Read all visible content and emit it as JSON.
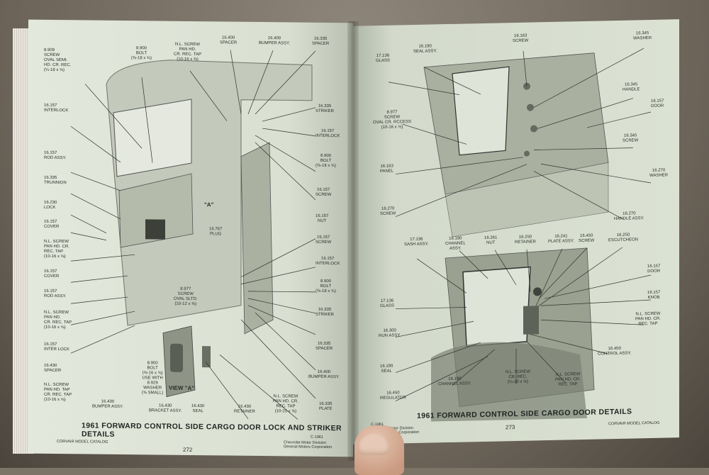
{
  "left_page": {
    "caption": "1961 FORWARD CONTROL SIDE CARGO DOOR LOCK AND STRIKER DETAILS",
    "page_number": "272",
    "footer_left": "CORVAIR MODEL CATALOG",
    "footer_right": "Chevrolet Motor Division\nGeneral Motors Corporation",
    "footer_code": "C-1961",
    "view_a_label": "VIEW \"A\"",
    "detail_a_label": "\"A\"",
    "labels": [
      {
        "id": "l1",
        "text": "8.909\nSCREW\nOVAL SEMI.\nHD. CR. REC.\n(¼-18 x ⅝)"
      },
      {
        "id": "l2",
        "text": "8.900\nBOLT\n(⅜-18 x ¾)"
      },
      {
        "id": "l3",
        "text": "N.L. SCREW\nPAN HD.\nCR. REC. TAP\n(10-16 x ⅜)"
      },
      {
        "id": "l4",
        "text": "16.400\nSPACER"
      },
      {
        "id": "l5",
        "text": "16.400\nBUMPER ASSY."
      },
      {
        "id": "l6",
        "text": "16.335\nSPACER"
      },
      {
        "id": "l7",
        "text": "16.157\nINTERLOCK"
      },
      {
        "id": "l8",
        "text": "16.335\nSTRIKER"
      },
      {
        "id": "l9",
        "text": "16.157\nINTERLOCK"
      },
      {
        "id": "l10",
        "text": "16.157\nROD ASSY."
      },
      {
        "id": "l11",
        "text": "8.900\nBOLT\n(⅜-18 x ¾)"
      },
      {
        "id": "l12",
        "text": "16.335\nTRUNNION"
      },
      {
        "id": "l13",
        "text": "16.157\nSCREW"
      },
      {
        "id": "l14",
        "text": "16.230\nLOCK"
      },
      {
        "id": "l15",
        "text": "16.157\nCOVER"
      },
      {
        "id": "l16",
        "text": "16.767\nPLUG"
      },
      {
        "id": "l17",
        "text": "16.157\nNUT"
      },
      {
        "id": "l18",
        "text": "N.L. SCREW\nPAN HD. CR.\nREC. TAP\n(10-16 x ⅝)"
      },
      {
        "id": "l19",
        "text": "16.157\nSCREW"
      },
      {
        "id": "l20",
        "text": "16.157\nINTERLOCK"
      },
      {
        "id": "l21",
        "text": "16.157\nCOVER"
      },
      {
        "id": "l22",
        "text": "16.157\nROD ASSY."
      },
      {
        "id": "l23",
        "text": "8.900\nBOLT\n(⅜-18 x ¾)"
      },
      {
        "id": "l24",
        "text": "N.L. SCREW\nPAN HD.\nCR. REC. TAP\n(10-16 x ⅝)"
      },
      {
        "id": "l25",
        "text": "8.977\nSCREW\nOVAL SLTD.\n(10-12 x ⅜)"
      },
      {
        "id": "l26",
        "text": "16.335\nSTRIKER"
      },
      {
        "id": "l27",
        "text": "16.157\nINTER LOCK"
      },
      {
        "id": "l28",
        "text": "16.335\nSPACER"
      },
      {
        "id": "l29",
        "text": "16.430\nSPACER"
      },
      {
        "id": "l30",
        "text": "8.900\nBOLT\n(⅜-16 x ⅝)\nUSE WITH\n8.929\nWASHER\n(⅜ SMALL)"
      },
      {
        "id": "l31",
        "text": "16.400\nBUMPER ASSY."
      },
      {
        "id": "l32",
        "text": "N.L. SCREW\nPAN HD. TAP\nCR. REC. TAP\n(10-16 x ⅝)"
      },
      {
        "id": "l33",
        "text": "16.430\nBUMPER ASSY."
      },
      {
        "id": "l34",
        "text": "16.430\nBRACKET ASSY."
      },
      {
        "id": "l35",
        "text": "16.430\nSEAL"
      },
      {
        "id": "l36",
        "text": "16.430\nRETAINER"
      },
      {
        "id": "l37",
        "text": "N.L. SCREW\nPAN HD. CR.\nREC. TAP\n(10-20 x ⅝)"
      },
      {
        "id": "l38",
        "text": "16.335\nPLATE"
      }
    ]
  },
  "right_page": {
    "caption": "1961 FORWARD CONTROL SIDE CARGO DOOR DETAILS",
    "page_number": "273",
    "footer_left": "C-1961\nChevrolet Motor Division\nGeneral Motors Corporation",
    "footer_right": "CORVAIR MODEL CATALOG",
    "top_labels": [
      {
        "id": "r1",
        "text": "17.136\nGLASS"
      },
      {
        "id": "r2",
        "text": "16.190\nSEAL ASSY."
      },
      {
        "id": "r3",
        "text": "16.163\nSCREW"
      },
      {
        "id": "r4",
        "text": "16.345\nWASHER"
      },
      {
        "id": "r5",
        "text": "8.977\nSCREW\nOVAL CR. RCCESS\n(10-16 x ½)"
      },
      {
        "id": "r6",
        "text": "16.345\nHANDLE"
      },
      {
        "id": "r7",
        "text": "16.157\nDOOR"
      },
      {
        "id": "r8",
        "text": "16.163\nPANEL"
      },
      {
        "id": "r9",
        "text": "16.345\nSCREW"
      },
      {
        "id": "r10",
        "text": "16.270\nSCREW"
      },
      {
        "id": "r11",
        "text": "16.270\nWASHER"
      },
      {
        "id": "r12",
        "text": "16.270\nHANDLE ASSY."
      }
    ],
    "bottom_labels": [
      {
        "id": "b1",
        "text": "17.136\nSASH ASSY."
      },
      {
        "id": "b2",
        "text": "16.190\nCHANNEL\nASSY."
      },
      {
        "id": "b3",
        "text": "16.261\nNUT"
      },
      {
        "id": "b4",
        "text": "16.250\nRETAINER"
      },
      {
        "id": "b5",
        "text": "16.241\nPLATE ASSY."
      },
      {
        "id": "b6",
        "text": "16.450\nSCREW"
      },
      {
        "id": "b7",
        "text": "16.250\nESCUTCHEON"
      },
      {
        "id": "b8",
        "text": "16.157\nDOOR"
      },
      {
        "id": "b9",
        "text": "17.136\nGLASS"
      },
      {
        "id": "b10",
        "text": "16.157\nKNOB"
      },
      {
        "id": "b11",
        "text": "16.300\nRUN ASSY."
      },
      {
        "id": "b12",
        "text": "N.L. SCREW\nPAN HD. CR.\nREC. TAP"
      },
      {
        "id": "b13",
        "text": "16.190\nSEAL"
      },
      {
        "id": "b14",
        "text": "16.450\nCONTROL ASSY."
      },
      {
        "id": "b15",
        "text": "N.L. SCREW\nCR. REC.\n(¼-20 x ⅝)"
      },
      {
        "id": "b16",
        "text": "16.190\nCHANNEL ASSY."
      },
      {
        "id": "b17",
        "text": "N.L. SCREW\nPAN HD. CR.\nREC. TAP"
      },
      {
        "id": "b18",
        "text": "16.450\nREGULATOR"
      }
    ]
  }
}
